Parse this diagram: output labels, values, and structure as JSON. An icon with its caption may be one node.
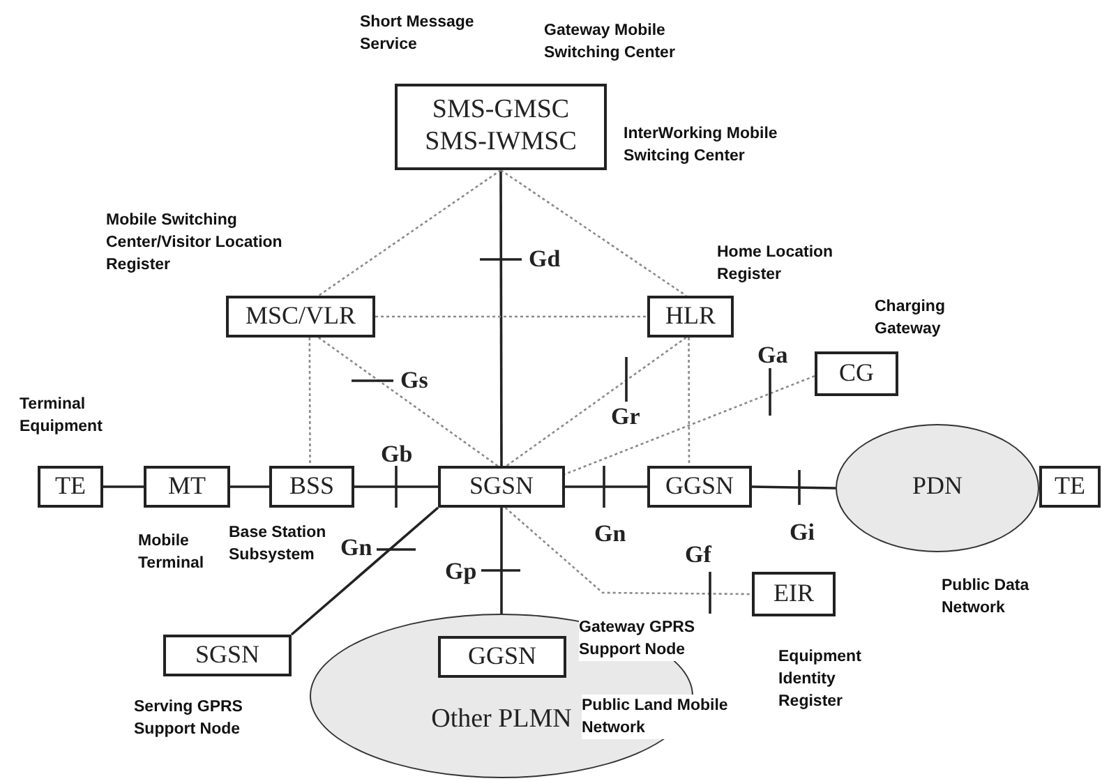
{
  "diagram": {
    "nodes": [
      {
        "text": [
          "SMS-GMSC",
          "SMS-IWMSC"
        ],
        "beside": [
          "Short Message Service",
          "Gateway Mobile Switching Center",
          "InterWorking Mobile Switcing Center"
        ]
      },
      {
        "text": [
          "MSC/VLR"
        ],
        "beside": [
          "Mobile Switching Center/Visitor Location Register"
        ]
      },
      {
        "text": [
          "HLR"
        ],
        "beside": [
          "Home Location Register"
        ]
      },
      {
        "text": [
          "CG"
        ],
        "beside": [
          "Charging Gateway"
        ]
      },
      {
        "text": [
          "TE"
        ],
        "beside": [
          "Terminal Equipment"
        ]
      },
      {
        "text": [
          "MT"
        ],
        "beside": [
          "Mobile Terminal"
        ]
      },
      {
        "text": [
          "BSS"
        ],
        "beside": [
          "Base Station Subsystem"
        ]
      },
      {
        "text": [
          "SGSN"
        ]
      },
      {
        "text": [
          "GGSN"
        ]
      },
      {
        "text": [
          "PDN"
        ],
        "beside": [
          "Public Data Network"
        ]
      },
      {
        "text": [
          "TE"
        ]
      },
      {
        "text": [
          "EIR"
        ],
        "beside": [
          "Equipment Identity Register"
        ]
      },
      {
        "text": [
          "Other PLMN"
        ],
        "beside": [
          "Public Land Mobile Network"
        ]
      },
      {
        "text": [
          "SGSN"
        ],
        "beside": [
          "Serving GPRS Support Node"
        ]
      },
      {
        "text": [
          "GGSN"
        ],
        "in": 12,
        "beside": [
          "Gateway GPRS Support Node"
        ]
      }
    ],
    "edges": [
      {
        "from": 0,
        "to": 7,
        "arrow": "none",
        "label": "Gd",
        "color": "#222222"
      },
      {
        "from": 0,
        "to": 1,
        "arrow": "none",
        "style": "dashed"
      },
      {
        "from": 0,
        "to": 2,
        "arrow": "none",
        "style": "dashed"
      },
      {
        "from": 1,
        "to": 2,
        "arrow": "none",
        "style": "dashed"
      },
      {
        "from": 1,
        "to": 7,
        "arrow": "none",
        "style": "dashed",
        "label": "Gs"
      },
      {
        "from": 1,
        "to": 6,
        "arrow": "none",
        "style": "dashed"
      },
      {
        "from": 2,
        "to": 7,
        "arrow": "none",
        "style": "dashed",
        "label": "Gr"
      },
      {
        "from": 2,
        "to": 8,
        "arrow": "none",
        "style": "dashed"
      },
      {
        "from": 3,
        "to": 7,
        "arrow": "none",
        "style": "dashed",
        "label": "Ga"
      },
      {
        "from": 4,
        "to": 5,
        "arrow": "none",
        "color": "#222222"
      },
      {
        "from": 5,
        "to": 6,
        "arrow": "none",
        "color": "#222222"
      },
      {
        "from": 6,
        "to": 7,
        "arrow": "none",
        "label": "Gb",
        "color": "#222222"
      },
      {
        "from": 7,
        "to": 8,
        "arrow": "none",
        "label": "Gn",
        "color": "#222222"
      },
      {
        "from": 8,
        "to": 9,
        "arrow": "none",
        "label": "Gi",
        "color": "#222222"
      },
      {
        "from": 7,
        "to": 13,
        "arrow": "none",
        "label": "Gn",
        "color": "#222222"
      },
      {
        "from": 7,
        "to": 12,
        "arrow": "none",
        "label": "Gp",
        "color": "#222222"
      },
      {
        "from": 7,
        "to": 11,
        "arrow": "none",
        "style": "dashed",
        "label": "Gf"
      }
    ]
  }
}
